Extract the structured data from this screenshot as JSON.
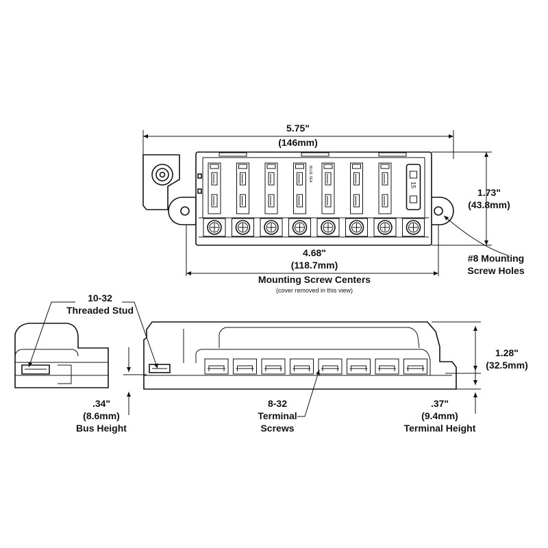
{
  "dims": {
    "overall_width": {
      "imperial": "5.75\"",
      "metric": "(146mm)"
    },
    "overall_height": {
      "imperial": "1.73\"",
      "metric": "(43.8mm)"
    },
    "mount_centers": {
      "imperial": "4.68\"",
      "metric": "(118.7mm)",
      "line1": "Mounting Screw Centers",
      "line2": "(cover removed in this view)"
    },
    "mount_holes": {
      "line1": "#8 Mounting",
      "line2": "Screw Holes"
    },
    "stud": {
      "line1": "10-32",
      "line2": "Threaded Stud"
    },
    "profile_height": {
      "imperial": "1.28\"",
      "metric": "(32.5mm)"
    },
    "bus_height": {
      "imperial": ".34\"",
      "metric": "(8.6mm)",
      "label": "Bus Height"
    },
    "terminal_screws": {
      "line1": "8-32",
      "line2": "Terminal",
      "line3": "Screws"
    },
    "terminal_height": {
      "imperial": ".37\"",
      "metric": "(9.4mm)",
      "label": "Terminal Height"
    }
  },
  "fuse_count": 8,
  "body_marking": "BLUE SEA",
  "fuse_rating": "15"
}
